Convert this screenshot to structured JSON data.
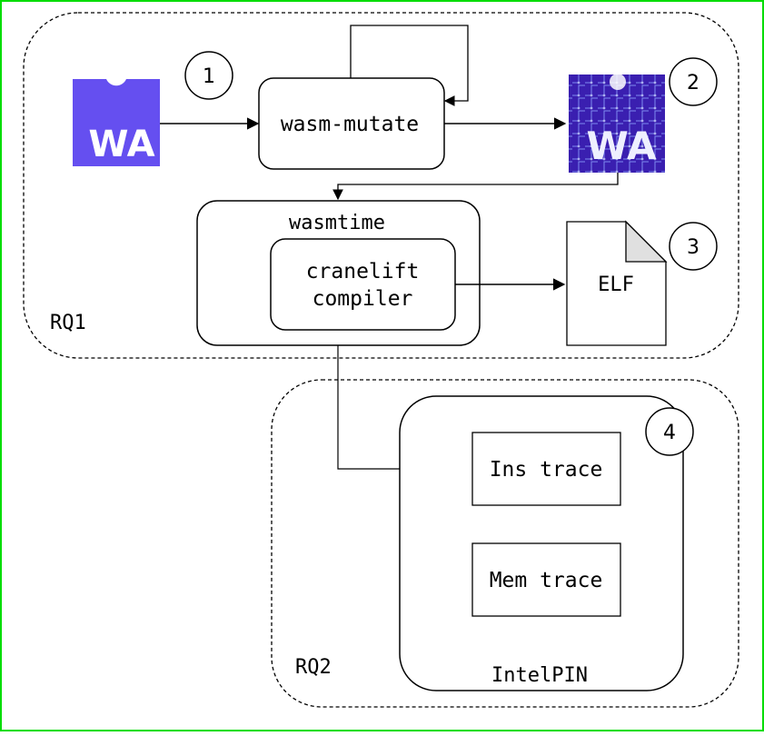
{
  "frame_color": "#00dd00",
  "wa_logo": {
    "text": "WA",
    "color": "#654ff0"
  },
  "mutated_logo": {
    "text": "WA",
    "color": "#3a1fb0"
  },
  "rq1": {
    "label": "RQ1"
  },
  "rq2": {
    "label": "RQ2"
  },
  "wasm_mutate": {
    "label": "wasm-mutate"
  },
  "wasmtime": {
    "label": "wasmtime"
  },
  "cranelift": {
    "line1": "cranelift",
    "line2": "compiler"
  },
  "elf": {
    "label": "ELF"
  },
  "intelpin": {
    "label": "IntelPIN"
  },
  "ins_trace": {
    "label": "Ins trace"
  },
  "mem_trace": {
    "label": "Mem trace"
  },
  "markers": [
    "1",
    "2",
    "3",
    "4"
  ]
}
